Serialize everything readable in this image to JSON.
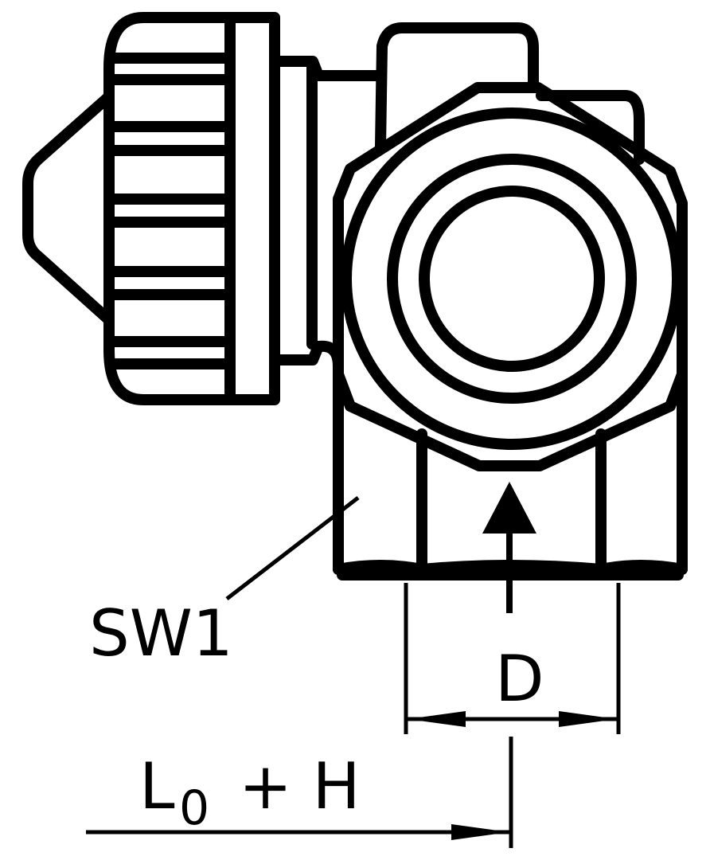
{
  "labels": {
    "sw": "SW1",
    "d": "D",
    "l_main": "L",
    "l_sub": "0",
    "plus_h": "+ H"
  },
  "colors": {
    "line": "#000000",
    "background": "#ffffff"
  }
}
